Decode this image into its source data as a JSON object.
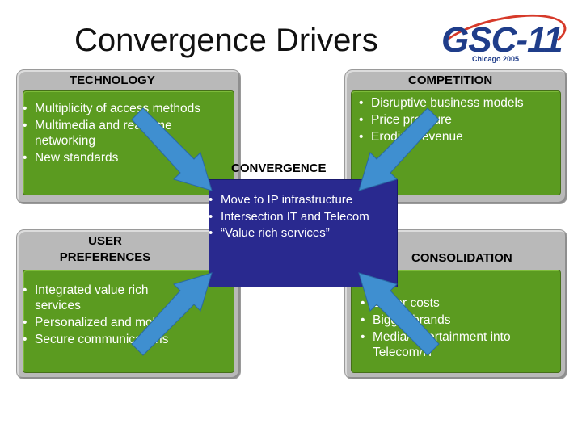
{
  "title": "Convergence Drivers",
  "logo": {
    "name": "GSC-11",
    "subtitle": "Chicago 2005"
  },
  "technology": {
    "header": "TECHNOLOGY",
    "items": [
      "Multiplicity of access methods",
      "Multimedia and real-time networking",
      "New standards"
    ]
  },
  "competition": {
    "header": "COMPETITION",
    "items": [
      "Disruptive business models",
      "Price pressure",
      "Eroding revenue"
    ]
  },
  "user_preferences": {
    "header": "USER PREFERENCES",
    "items": [
      "Integrated value rich services",
      "Personalized and mobile",
      "Secure communications"
    ]
  },
  "consolidation": {
    "header": "CONSOLIDATION",
    "items": [
      "Lower costs",
      "Bigger brands",
      "Media/entertainment into Telecom/IT"
    ]
  },
  "convergence": {
    "header": "CONVERGENCE",
    "items": [
      "Move to IP infrastructure",
      "Intersection IT and Telecom",
      "“Value rich services”"
    ]
  },
  "colors": {
    "panel_gray": "#b9b9b9",
    "green": "#5b9b20",
    "center_blue": "#29298f",
    "arrow_blue": "#3f8fd0"
  }
}
